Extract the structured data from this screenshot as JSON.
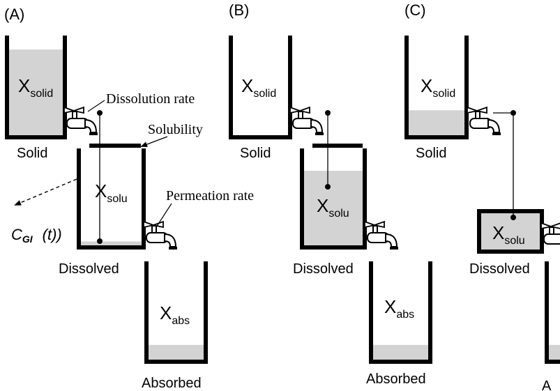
{
  "panels": {
    "a": {
      "label": "(A)"
    },
    "b": {
      "label": "(B)"
    },
    "c": {
      "label": "(C)"
    }
  },
  "tanks": {
    "solid": {
      "sym": "X",
      "sub": "solid",
      "caption": "Solid"
    },
    "dissolved": {
      "sym": "X",
      "sub": "solu",
      "caption": "Dissolved"
    },
    "absorbed": {
      "sym": "X",
      "sub": "abs",
      "caption": "Absorbed"
    }
  },
  "annotations": {
    "dissolution_rate": "Dissolution rate",
    "solubility": "Solubility",
    "permeation_rate": "Permeation rate",
    "cgi_symbol": "C",
    "cgi_sub": "GI",
    "cgi_arg": "(t))"
  },
  "levels": {
    "a": {
      "solid": 0.86,
      "dissolved": 0.04,
      "absorbed": 0.15
    },
    "b": {
      "solid": 0.0,
      "dissolved": 0.77,
      "absorbed": 0.15
    },
    "c": {
      "solid": 0.25,
      "dissolved": 1.0,
      "absorbed": 0.15
    }
  },
  "colors": {
    "liquid": "#d3d3d3",
    "wall": "#000000"
  },
  "icons": [
    "faucet-icon"
  ]
}
